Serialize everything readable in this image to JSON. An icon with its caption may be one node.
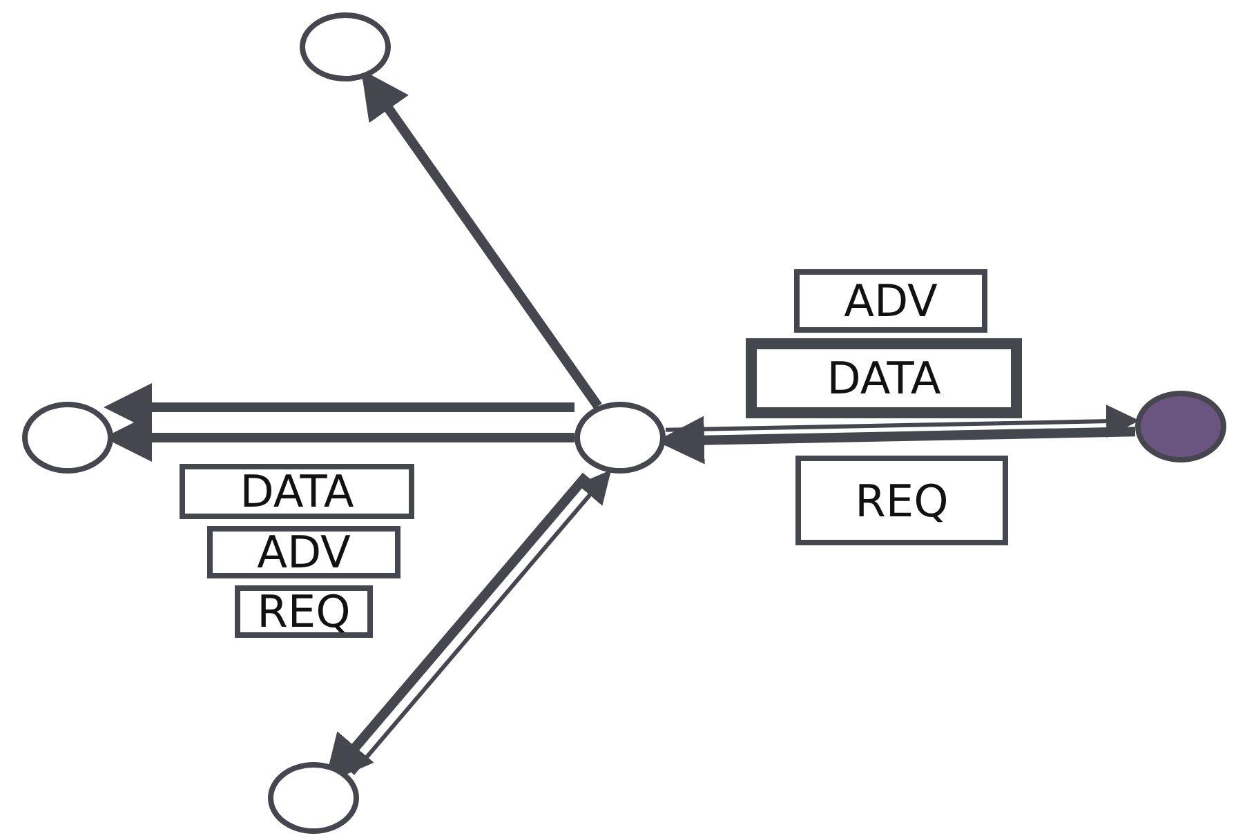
{
  "diagram": {
    "nodes": [
      {
        "text": [],
        "shape": "circle"
      },
      {
        "text": [],
        "shape": "circle"
      },
      {
        "text": [],
        "shape": "circle"
      },
      {
        "text": [],
        "shape": "circle"
      },
      {
        "text": [],
        "shape": "circle"
      },
      {
        "text": [
          "ADV"
        ]
      },
      {
        "text": [
          "DATA"
        ]
      },
      {
        "text": [
          "REQ"
        ]
      },
      {
        "text": [
          "DATA"
        ]
      },
      {
        "text": [
          "ADV"
        ]
      },
      {
        "text": [
          "REQ"
        ]
      }
    ],
    "edges": [
      {
        "from": 2,
        "to": 0,
        "arrow": "to"
      },
      {
        "from": 2,
        "to": 1,
        "arrow": "to"
      },
      {
        "from": 2,
        "to": 1,
        "arrow": "to"
      },
      {
        "from": 2,
        "to": 4,
        "arrow": "to"
      },
      {
        "from": 4,
        "to": 2,
        "arrow": "to"
      },
      {
        "from": 3,
        "to": 2,
        "arrow": "to"
      },
      {
        "from": 2,
        "to": 3,
        "arrow": "to"
      }
    ]
  }
}
